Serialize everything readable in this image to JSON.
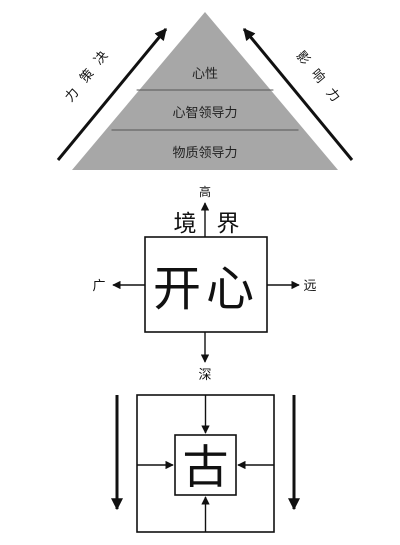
{
  "pyramid": {
    "levels": [
      "心性",
      "心智领导力",
      "物质领导力"
    ],
    "left_arrow_label": [
      "决",
      "策",
      "力"
    ],
    "right_arrow_label": [
      "影",
      "响",
      "力"
    ],
    "fill_color": "#a7a7a7"
  },
  "realm": {
    "title": [
      "境",
      "界"
    ],
    "center_text": [
      "开",
      "心"
    ],
    "up_label": "高",
    "left_label": "广",
    "right_label": "远",
    "down_label": "深"
  },
  "concentric": {
    "center_char": "古"
  }
}
